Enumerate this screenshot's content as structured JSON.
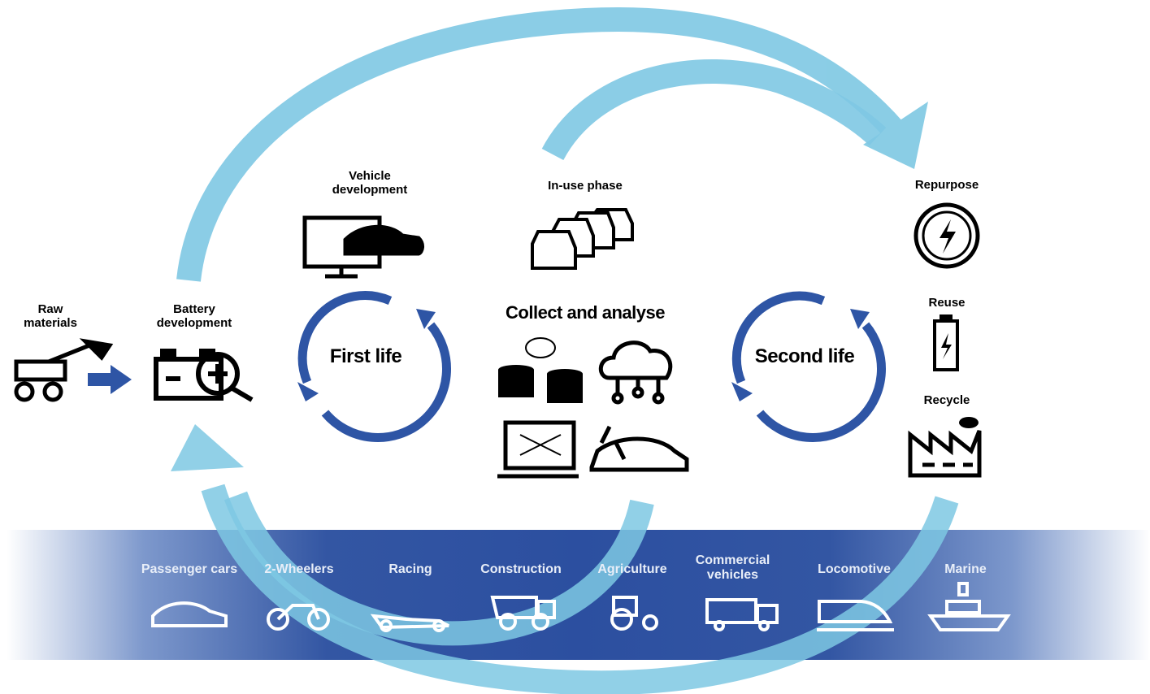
{
  "stages": {
    "raw_materials": "Raw materials",
    "battery_development": "Battery development",
    "vehicle_development": "Vehicle development",
    "in_use_phase": "In-use phase",
    "collect_and_analyse": "Collect and analyse",
    "repurpose": "Repurpose",
    "reuse": "Reuse",
    "recycle": "Recycle"
  },
  "cycles": {
    "first_life": "First life",
    "second_life": "Second life"
  },
  "applications": [
    {
      "label": "Passenger cars",
      "icon": "car-icon"
    },
    {
      "label": "2-Wheelers",
      "icon": "motorbike-icon"
    },
    {
      "label": "Racing",
      "icon": "race-car-icon"
    },
    {
      "label": "Construction",
      "icon": "dump-truck-icon"
    },
    {
      "label": "Agriculture",
      "icon": "tractor-icon"
    },
    {
      "label": "Commercial vehicles",
      "icon": "truck-icon"
    },
    {
      "label": "Locomotive",
      "icon": "train-icon"
    },
    {
      "label": "Marine",
      "icon": "ship-icon"
    }
  ],
  "colors": {
    "light_arrow": "#7ec8e3",
    "dark_cycle": "#2e55a5",
    "band": "#2c4fa0",
    "blue_arrow": "#2e55a5"
  }
}
